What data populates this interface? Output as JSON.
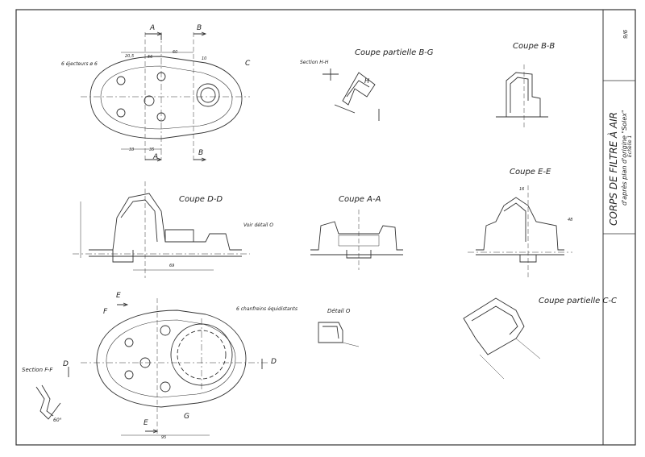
{
  "title_block": {
    "title": "CORPS DE FILTRE À AIR",
    "subtitle": "d'après plan d'origine \"Solex\"",
    "scale": "Echelle 1",
    "sheet_no": "9/6"
  },
  "views": {
    "coupe_bg": "Coupe partielle B-G",
    "section_hh": "Section H-H",
    "coupe_bb": "Coupe B-B",
    "coupe_dd": "Coupe D-D",
    "coupe_aa": "Coupe A-A",
    "coupe_ee": "Coupe E-E",
    "detail_o": "Détail O",
    "coupe_cc": "Coupe partielle C-C",
    "section_ff": "Section F-F"
  },
  "notes": {
    "ejecteurs": "6 éjecteurs ø 6",
    "voir_detail": "Voir détail O",
    "chanfreins": "6 chanfreins équidistants",
    "angle_ff": "60°"
  },
  "section_letters": {
    "a": "A",
    "b": "B",
    "c": "C",
    "d": "D",
    "e": "E",
    "f": "F",
    "g": "G",
    "h": "H"
  },
  "dims": {
    "d205": "20,5",
    "d56": "56",
    "d60": "60",
    "d10": "10",
    "d33": "33",
    "d35": "35",
    "d69": "69",
    "d95": "95",
    "d16": "16",
    "d48": "48"
  }
}
